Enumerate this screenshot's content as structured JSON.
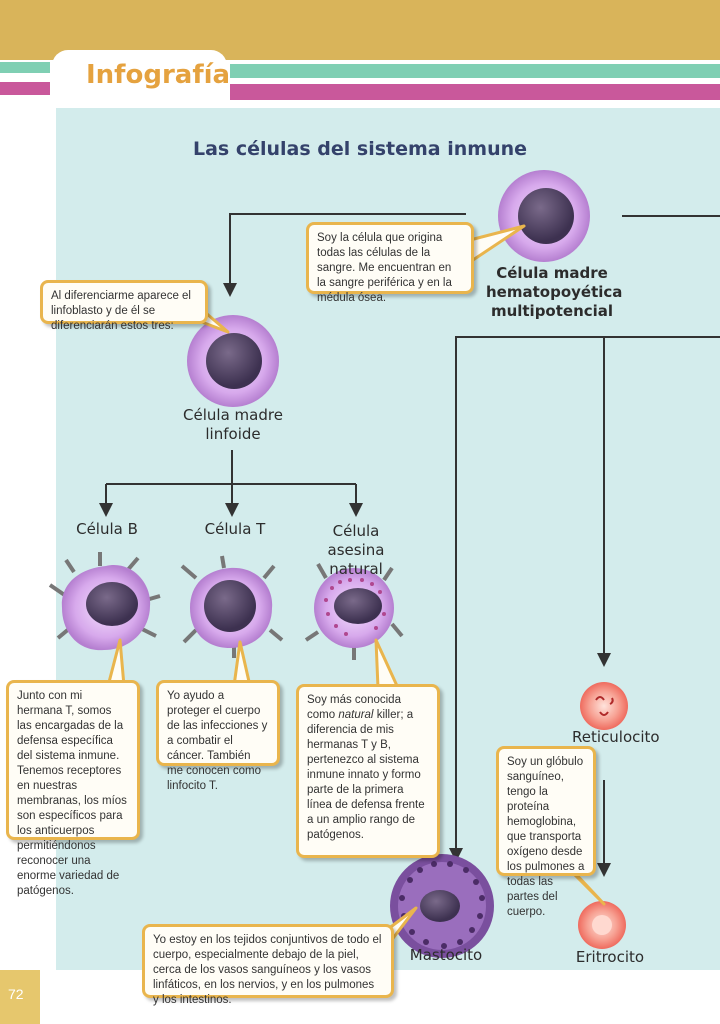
{
  "header": {
    "section": "Infografía"
  },
  "title": "Las células del sistema inmune",
  "page_number": "72",
  "cells": {
    "hematopoietic": "Célula madre hematopoyética multipotencial",
    "lymphoid": "Célula madre linfoide",
    "b_cell": "Célula B",
    "t_cell": "Célula T",
    "nk_cell": "Célula asesina natural",
    "reticulocyte": "Reticulocito",
    "erythrocyte": "Eritrocito",
    "mast_cell": "Mastocito"
  },
  "bubbles": {
    "hematopoietic": "Soy la célula que origina todas las células de la sangre. Me encuentran en la sangre periférica y en la médula ósea.",
    "lymphoid": "Al diferenciarme aparece el linfoblasto y de él se diferenciarán estos tres:",
    "b_cell": "Junto con mi hermana T, somos las encargadas de la defensa específica del sistema inmune. Tenemos receptores en nuestras membranas, los míos son específicos para los anticuerpos permitiéndonos reconocer una enorme variedad de patógenos.",
    "t_cell": "Yo ayudo a proteger el cuerpo de las infecciones y a combatir el cáncer. También me conocen como linfocito T.",
    "nk_cell_before": "Soy más conocida como ",
    "nk_cell_italic": "natural",
    "nk_cell_after": " killer; a diferencia de mis hermanas T y B, pertenezco al sistema inmune innato y formo parte de la primera línea de defensa frente a un amplio rango de patógenos.",
    "reticulocyte": "Soy un glóbulo sanguíneo, tengo la proteína hemoglobina, que transporta oxígeno desde los pulmones a todas las partes del cuerpo.",
    "mast_cell": "Yo estoy en los tejidos conjuntivos de todo el cuerpo, especialmente debajo de la piel, cerca de los vasos sanguíneos y los vasos linfáticos, en los nervios, y en los pulmones y los intestinos."
  },
  "colors": {
    "gold": "#d9b45a",
    "teal_stripe": "#7fcfb3",
    "pink_stripe": "#c9589b",
    "panel": "#d3ecec",
    "title": "#34426b",
    "header_text": "#e5a23f",
    "bubble_border": "#e9b54d",
    "cell_purple": "#b57fd0",
    "nucleus": "#4a3e5c",
    "red_cell": "#f17b6e"
  }
}
